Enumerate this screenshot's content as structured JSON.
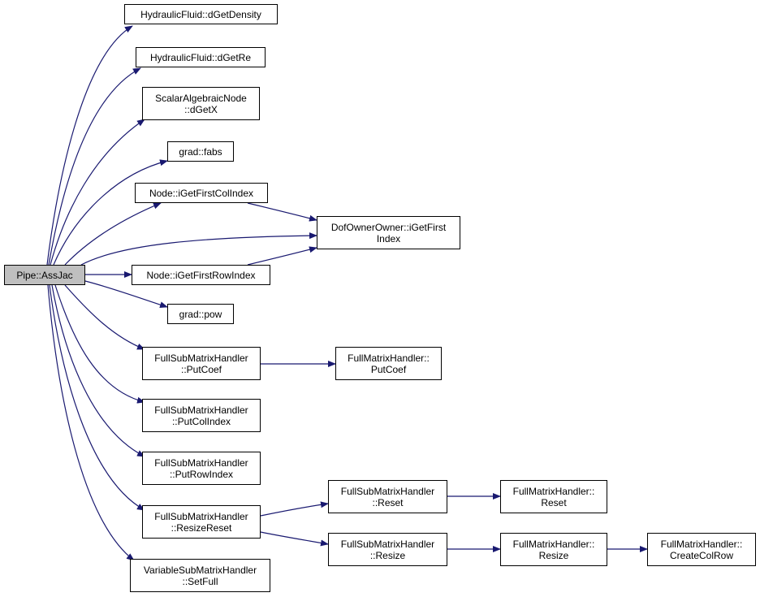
{
  "diagram": {
    "nodes": {
      "root": [
        "Pipe::AssJac"
      ],
      "density": [
        "HydraulicFluid::dGetDensity"
      ],
      "dgetre": [
        "HydraulicFluid::dGetRe"
      ],
      "dgetx": [
        "ScalarAlgebraicNode",
        "::dGetX"
      ],
      "fabs": [
        "grad::fabs"
      ],
      "firstcol": [
        "Node::iGetFirstColIndex"
      ],
      "dofowner": [
        "DofOwnerOwner::iGetFirst",
        "Index"
      ],
      "firstrow": [
        "Node::iGetFirstRowIndex"
      ],
      "pow": [
        "grad::pow"
      ],
      "putcoef": [
        "FullSubMatrixHandler",
        "::PutCoef"
      ],
      "fm_putcoef": [
        "FullMatrixHandler::",
        "PutCoef"
      ],
      "putcolindex": [
        "FullSubMatrixHandler",
        "::PutColIndex"
      ],
      "putrowindex": [
        "FullSubMatrixHandler",
        "::PutRowIndex"
      ],
      "resizereset": [
        "FullSubMatrixHandler",
        "::ResizeReset"
      ],
      "fsm_reset": [
        "FullSubMatrixHandler",
        "::Reset"
      ],
      "fm_reset": [
        "FullMatrixHandler::",
        "Reset"
      ],
      "fsm_resize": [
        "FullSubMatrixHandler",
        "::Resize"
      ],
      "fm_resize": [
        "FullMatrixHandler::",
        "Resize"
      ],
      "createcolrow": [
        "FullMatrixHandler::",
        "CreateColRow"
      ],
      "setfull": [
        "VariableSubMatrixHandler",
        "::SetFull"
      ]
    },
    "edges": [
      [
        "root",
        "density"
      ],
      [
        "root",
        "dgetre"
      ],
      [
        "root",
        "dgetx"
      ],
      [
        "root",
        "fabs"
      ],
      [
        "root",
        "firstcol"
      ],
      [
        "root",
        "dofowner"
      ],
      [
        "root",
        "firstrow"
      ],
      [
        "root",
        "pow"
      ],
      [
        "root",
        "putcoef"
      ],
      [
        "root",
        "putcolindex"
      ],
      [
        "root",
        "putrowindex"
      ],
      [
        "root",
        "resizereset"
      ],
      [
        "root",
        "setfull"
      ],
      [
        "firstcol",
        "dofowner"
      ],
      [
        "firstrow",
        "dofowner"
      ],
      [
        "putcoef",
        "fm_putcoef"
      ],
      [
        "resizereset",
        "fsm_reset"
      ],
      [
        "resizereset",
        "fsm_resize"
      ],
      [
        "fsm_reset",
        "fm_reset"
      ],
      [
        "fsm_resize",
        "fm_resize"
      ],
      [
        "fm_resize",
        "createcolrow"
      ]
    ],
    "colors": {
      "edge": "#191970",
      "root_fill": "#bfbfbf",
      "node_border": "#000000"
    }
  }
}
